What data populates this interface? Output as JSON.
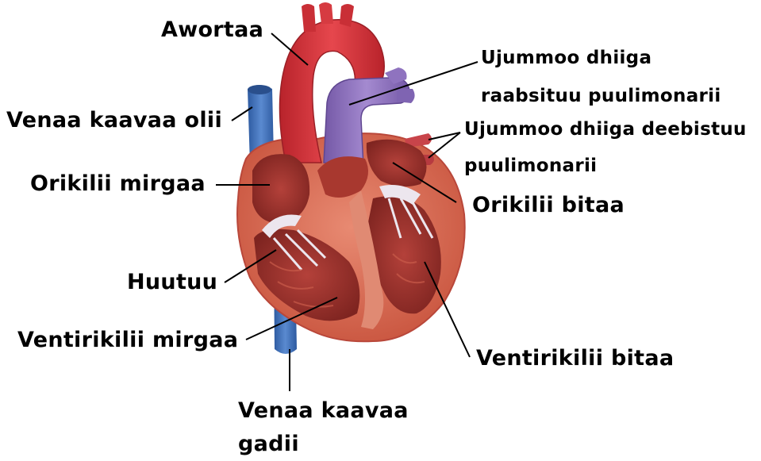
{
  "labels": {
    "aorta": "Awortaa",
    "superior_vena_cava": "Venaa kaavaa olii",
    "right_atrium": "Orikilii mirgaa",
    "valve": "Huutuu",
    "right_ventricle": "Ventirikilii mirgaa",
    "inferior_vena_cava_line1": "Venaa kaavaa",
    "inferior_vena_cava_line2": "gadii",
    "pulmonary_artery_line1": "Ujummoo dhiiga",
    "pulmonary_artery_line2": "raabsituu puulimonarii",
    "pulmonary_veins_line1": "Ujummoo dhiiga deebistuu",
    "pulmonary_veins_line2": "puulimonarii",
    "left_atrium": "Orikilii bitaa",
    "left_ventricle": "Ventirikilii bitaa"
  },
  "colors": {
    "aorta": "#d8343b",
    "vena_cava": "#3f6fb8",
    "pulmonary_artery": "#8a6bb8",
    "myocardium": "#d86a55",
    "chamber": "#9e2f28",
    "valve": "#e9e3ea",
    "label_text": "#000000"
  }
}
